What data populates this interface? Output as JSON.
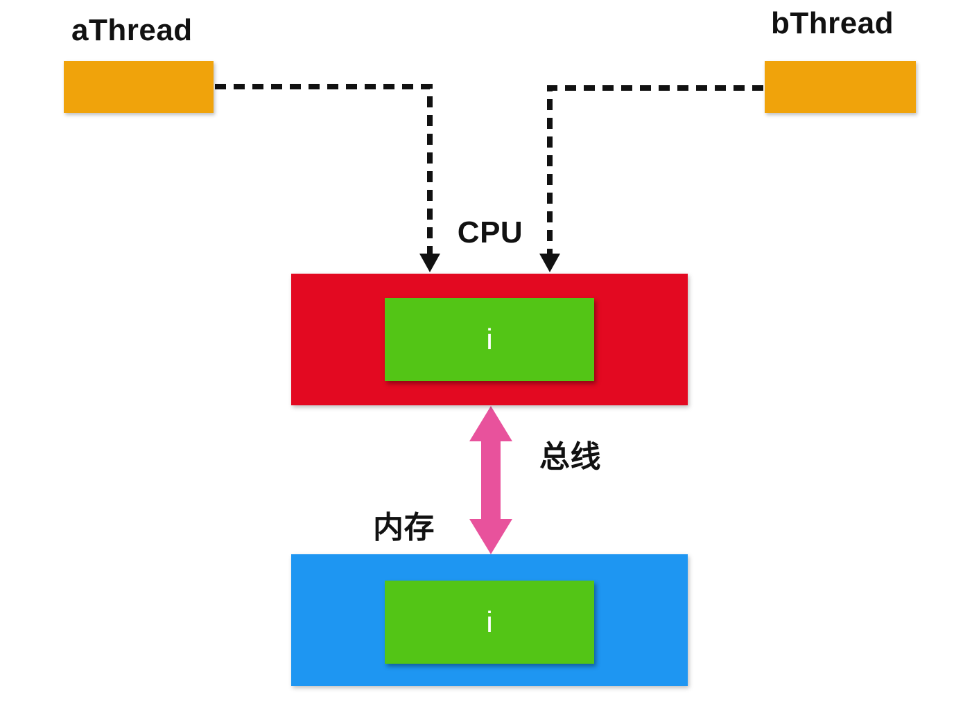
{
  "diagram": {
    "labels": {
      "a_thread": "aThread",
      "b_thread": "bThread",
      "cpu": "CPU",
      "bus": "总线",
      "memory": "内存",
      "cpu_variable": "i",
      "memory_variable": "i"
    },
    "colors": {
      "background": "#FFFFFF",
      "label_text": "#111111",
      "thread_box": "#F0A30B",
      "cpu_box": "#E30921",
      "memory_box": "#1E96F2",
      "variable_box": "#53C516",
      "variable_text": "#FFFFFF",
      "bus_arrow": "#E8529C",
      "connector": "#111111"
    }
  }
}
